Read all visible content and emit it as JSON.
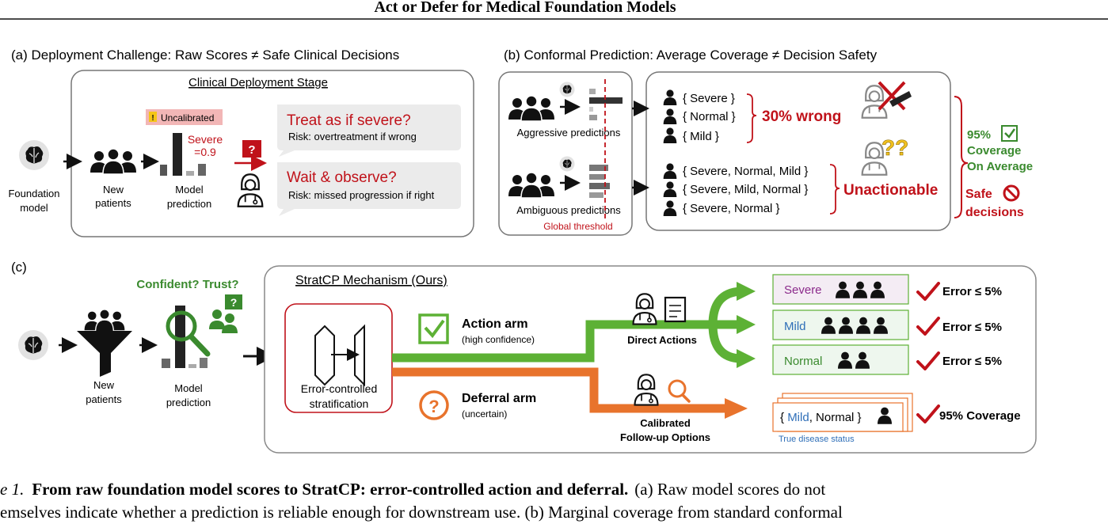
{
  "header": {
    "title": "Act or Defer for Medical Foundation Models"
  },
  "panel_a": {
    "label": "(a) Deployment Challenge: Raw Scores ≠ Safe Clinical Decisions",
    "stage_title": "Clinical Deployment Stage",
    "foundation": [
      "Foundation",
      "model"
    ],
    "new_patients": [
      "New",
      "patients"
    ],
    "model_prediction": [
      "Model",
      "prediction"
    ],
    "uncalibrated": "Uncalibrated",
    "severe_score": [
      "Severe",
      "=0.9"
    ],
    "question_mark": "?",
    "bubble1_title": "Treat as if severe?",
    "bubble1_risk": "Risk: overtreatment if wrong",
    "bubble2_title": "Wait & observe?",
    "bubble2_risk": "Risk: missed progression if right"
  },
  "panel_b": {
    "label": "(b) Conformal Prediction: Average Coverage ≠ Decision Safety",
    "aggressive": "Aggressive predictions",
    "ambiguous": "Ambiguous predictions",
    "global_threshold": "Global threshold",
    "sets_top": [
      "{ Severe }",
      "{ Normal }",
      "{ Mild }"
    ],
    "sets_bottom": [
      "{ Severe, Normal, Mild }",
      "{ Severe, Mild, Normal }",
      "{ Severe, Normal }"
    ],
    "wrong_label": "30% wrong",
    "unactionable_label": "Unactionable",
    "coverage": [
      "95%",
      "Coverage",
      "On Average"
    ],
    "safe": [
      "Safe",
      "decisions"
    ]
  },
  "panel_c": {
    "label": "(c)",
    "confident": "Confident? Trust?",
    "new_patients": [
      "New",
      "patients"
    ],
    "model_prediction": [
      "Model",
      "prediction"
    ],
    "mechanism_title": "StratCP Mechanism (Ours)",
    "stratification": [
      "Error-controlled",
      "stratification"
    ],
    "action_arm": "Action arm",
    "action_sub": "(high confidence)",
    "deferral_arm": "Deferral arm",
    "deferral_sub": "(uncertain)",
    "direct_actions": "Direct Actions",
    "followup": [
      "Calibrated",
      "Follow-up Options"
    ],
    "outcomes": [
      {
        "label": "Severe",
        "error": "Error ≤ 5%"
      },
      {
        "label": "Mild",
        "error": "Error ≤ 5%"
      },
      {
        "label": "Normal",
        "error": "Error ≤ 5%"
      }
    ],
    "deferral_set": {
      "open": "{ ",
      "mild": "Mild",
      "rest": ", Normal }"
    },
    "true_status": "True disease status",
    "coverage95": "95% Coverage"
  },
  "caption": {
    "line1_prefix": "e 1.",
    "line1_bold": "From raw foundation model scores to StratCP: error-controlled action and deferral.",
    "line1_rest": "(a) Raw model scores do not",
    "line2": "emselves indicate whether a prediction is reliable enough for downstream use. (b) Marginal coverage from standard conformal"
  },
  "colors": {
    "red": "#c0121a",
    "green": "#3a8a2e",
    "bright_green": "#5db135",
    "orange": "#e8732c",
    "purple": "#8b2a8b",
    "blue": "#2f6fb8"
  }
}
